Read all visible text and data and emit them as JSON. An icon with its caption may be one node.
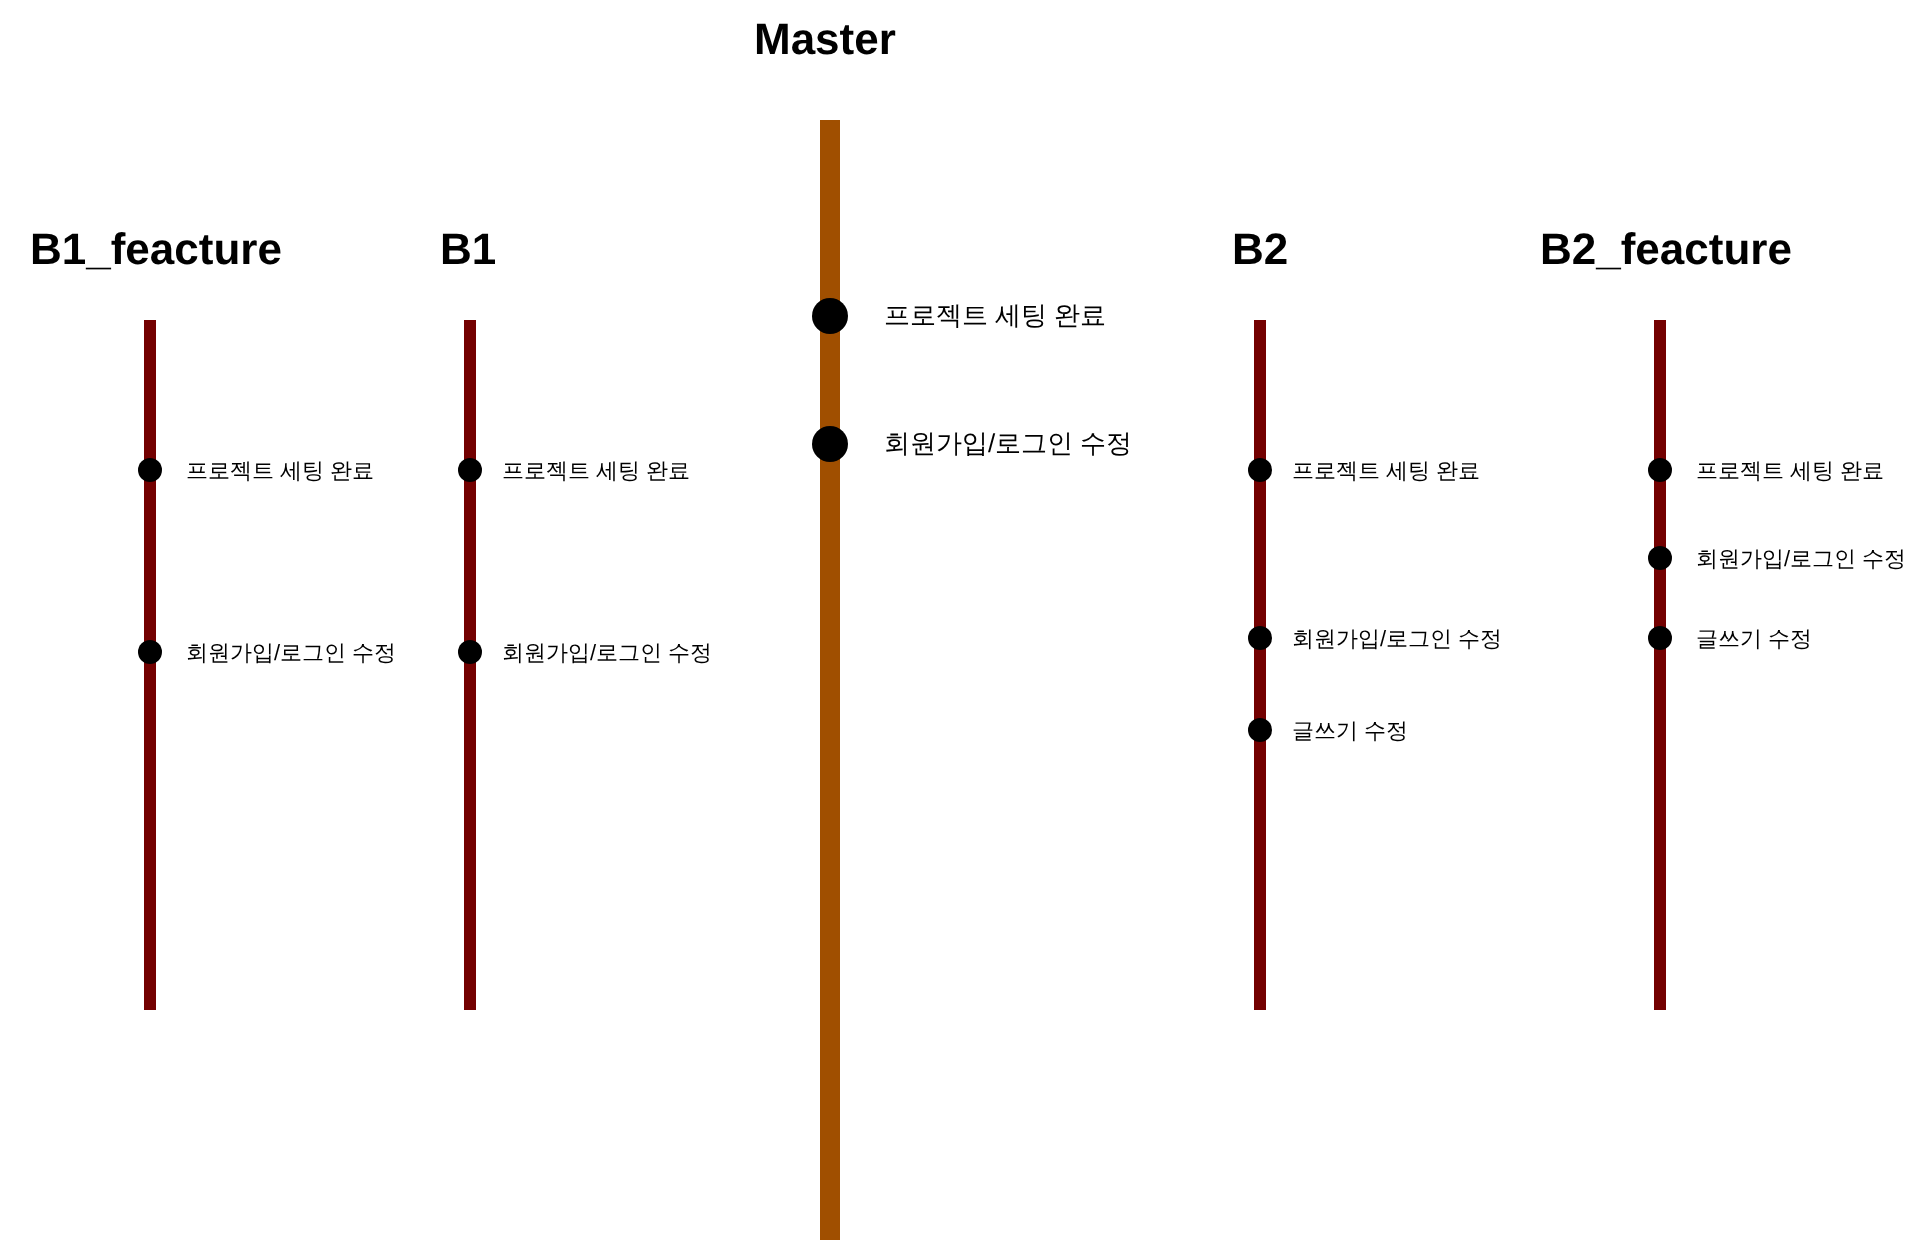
{
  "diagram": {
    "nodes": [
      {
        "text": [
          "B1_feacture"
        ]
      },
      {
        "text": [],
        "shape": "circle",
        "in": 0,
        "beside": [
          "프로젝트 세팅 완료"
        ]
      },
      {
        "text": [],
        "shape": "circle",
        "in": 0,
        "beside": [
          "회원가입/로그인 수정"
        ]
      },
      {
        "text": [
          "B1"
        ]
      },
      {
        "text": [],
        "shape": "circle",
        "in": 3,
        "beside": [
          "프로젝트 세팅 완료"
        ]
      },
      {
        "text": [],
        "shape": "circle",
        "in": 3,
        "beside": [
          "회원가입/로그인 수정"
        ]
      },
      {
        "text": [
          "Master"
        ]
      },
      {
        "text": [],
        "shape": "circle",
        "in": 6,
        "beside": [
          "프로젝트 세팅 완료"
        ]
      },
      {
        "text": [],
        "shape": "circle",
        "in": 6,
        "beside": [
          "회원가입/로그인 수정"
        ]
      },
      {
        "text": [
          "B2"
        ]
      },
      {
        "text": [],
        "shape": "circle",
        "in": 9,
        "beside": [
          "프로젝트 세팅 완료"
        ]
      },
      {
        "text": [],
        "shape": "circle",
        "in": 9,
        "beside": [
          "회원가입/로그인 수정"
        ]
      },
      {
        "text": [],
        "shape": "circle",
        "in": 9,
        "beside": [
          "글쓰기 수정"
        ]
      },
      {
        "text": [
          "B2_feacture"
        ]
      },
      {
        "text": [],
        "shape": "circle",
        "in": 13,
        "beside": [
          "프로젝트 세팅 완료"
        ]
      },
      {
        "text": [],
        "shape": "circle",
        "in": 13,
        "beside": [
          "회원가입/로그인 수정"
        ]
      },
      {
        "text": [],
        "shape": "circle",
        "in": 13,
        "beside": [
          "글쓰기 수정"
        ]
      }
    ]
  }
}
